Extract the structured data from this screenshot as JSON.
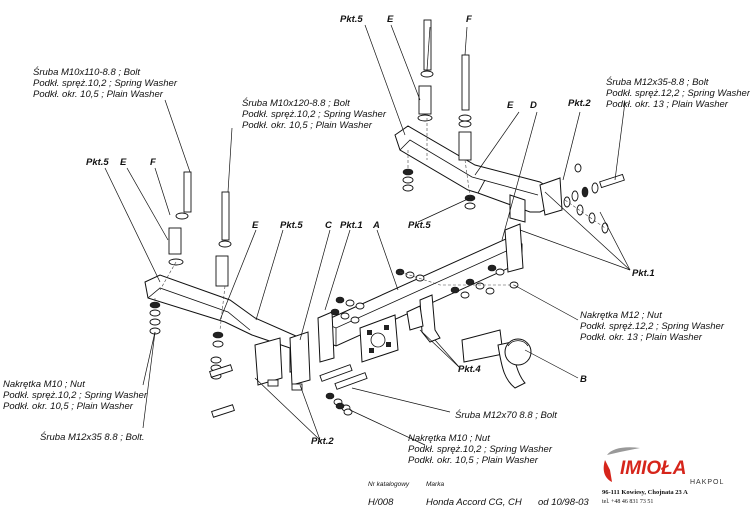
{
  "labels": {
    "bolt_m10x110": [
      "Śruba M10x110-8.8 ;  Bolt",
      "Podkł. spręż.10,2 ; Spring Washer",
      "Podkł. okr. 10,5 ; Plain Washer"
    ],
    "bolt_m10x120": [
      "Śruba M10x120-8.8 ;  Bolt",
      "Podkł. spręż.10,2 ; Spring Washer",
      "Podkł. okr. 10,5 ; Plain Washer"
    ],
    "bolt_m12x35_right": [
      "Śruba M12x35-8.8 ;  Bolt",
      "Podkł. spręż.12,2 ; Spring Washer",
      "Podkł. okr. 13 ; Plain Washer"
    ],
    "nut_m12": [
      "Nakrętka  M12 ; Nut",
      "Podkł. spręż.12,2 ; Spring Washer",
      "Podkł. okr. 13 ; Plain Washer"
    ],
    "nut_m10_left": [
      "Nakrętka  M10 ; Nut",
      "Podkł. spręż.10,2 ; Spring Washer",
      "Podkł. okr. 10,5 ; Plain Washer"
    ],
    "nut_m10_bottom": [
      "Nakrętka  M10 ; Nut",
      "Podkł. spręż.10,2 ; Spring Washer",
      "Podkł. okr. 10,5 ; Plain Washer"
    ],
    "bolt_m12x35_left": "Śruba M12x35 8.8 ;  Bolt.",
    "bolt_m12x70": "Śruba M12x70 8.8 ;  Bolt"
  },
  "tags": {
    "pkt5_top": "Pkt.5",
    "pkt5_left": "Pkt.5",
    "pkt5_mid": "Pkt.5",
    "pkt5_center": "Pkt.5",
    "pkt2_top": "Pkt.2",
    "pkt2_bottom": "Pkt.2",
    "pkt1_center": "Pkt.1",
    "pkt1_right": "Pkt.1",
    "pkt4": "Pkt.4",
    "e_top": "E",
    "f_top": "F",
    "e_right": "E",
    "d_right": "D",
    "e_left": "E",
    "f_left": "F",
    "e_mid": "E",
    "c": "C",
    "a": "A",
    "b": "B"
  },
  "footer": {
    "catalog_label": "Nr katalogowy",
    "catalog_value": "H/008",
    "brand_label": "Marka",
    "model": "Honda Accord CG, CH",
    "from": "od  10/98-03"
  },
  "company": {
    "logo": "IMIOŁA",
    "sub": "HAKPOL",
    "address": "96-111 Kowiesy, Chojnata 23 A",
    "phone": "tel. +48 46 831 73 51"
  },
  "colors": {
    "logo_red": "#d6251b",
    "ink": "#111111"
  }
}
